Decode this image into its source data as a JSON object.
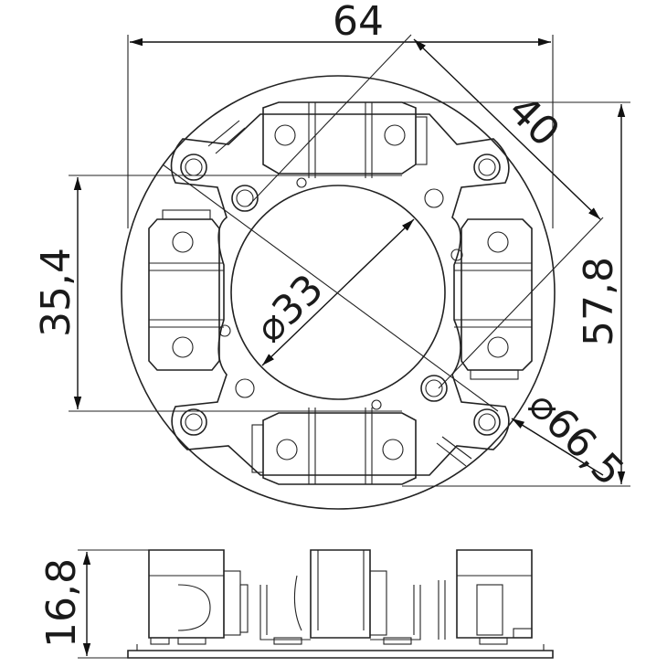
{
  "drawing": {
    "dimensions": {
      "width_top": "64",
      "diagonal_width": "40",
      "height_left": "35,4",
      "height_right": "57,8",
      "inner_diameter": "⌀33",
      "outer_diameter": "⌀66,5",
      "side_height": "16,8"
    }
  }
}
